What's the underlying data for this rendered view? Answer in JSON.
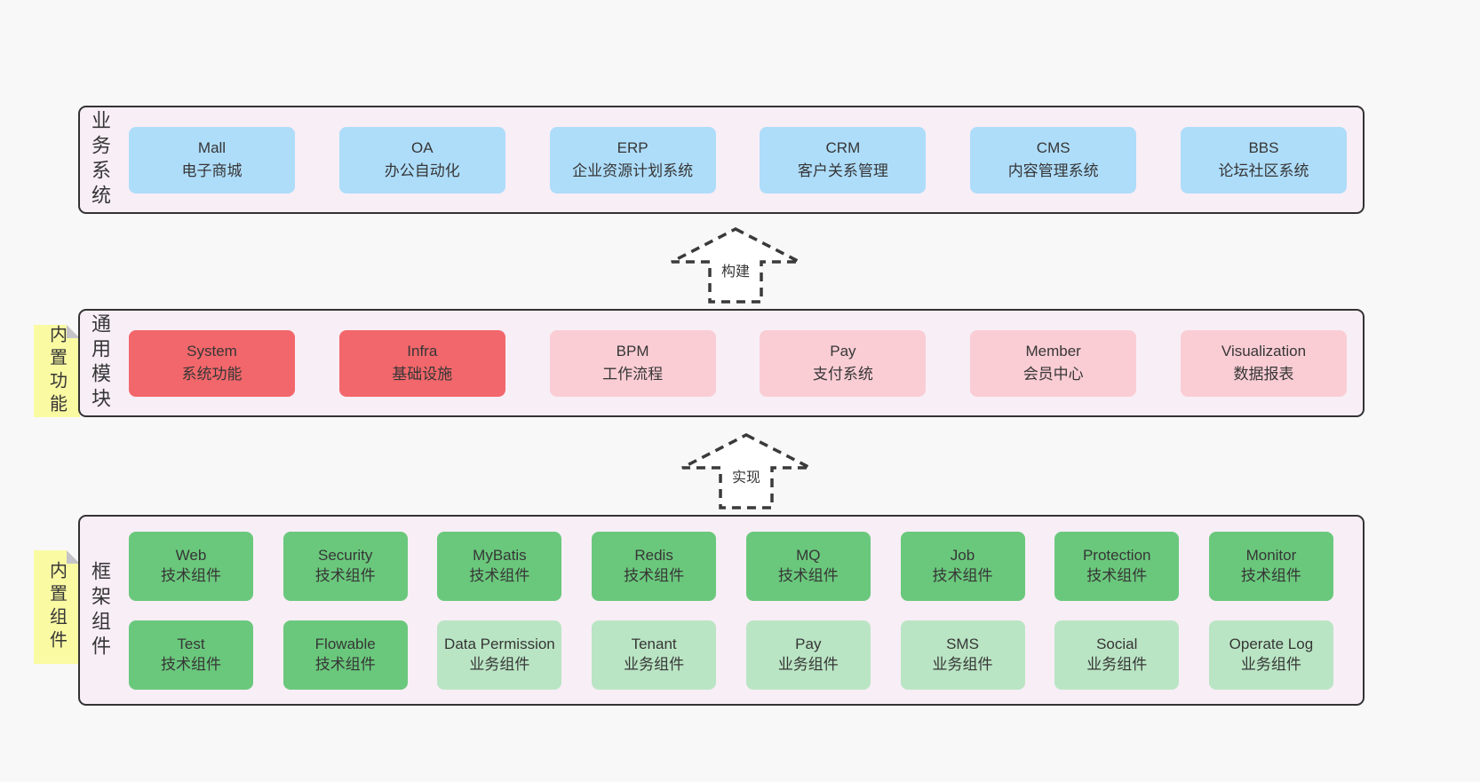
{
  "colors": {
    "blue": "#aeddfa",
    "red": "#f2676b",
    "pink": "#facdd5",
    "green": "#6ac87c",
    "lightgreen": "#bae5c4",
    "yellow": "#fafaa3",
    "panel": "#f8eef6",
    "border": "#333333",
    "text": "#363636",
    "fold": "#c4c4c8",
    "pagebg": "#f8f8f8"
  },
  "layers": {
    "business": {
      "label": "业务系统",
      "boxes": [
        {
          "title": "Mall",
          "subtitle": "电子商城"
        },
        {
          "title": "OA",
          "subtitle": "办公自动化"
        },
        {
          "title": "ERP",
          "subtitle": "企业资源计划系统"
        },
        {
          "title": "CRM",
          "subtitle": "客户关系管理"
        },
        {
          "title": "CMS",
          "subtitle": "内容管理系统"
        },
        {
          "title": "BBS",
          "subtitle": "论坛社区系统"
        }
      ]
    },
    "modules": {
      "label": "通用模块",
      "tag": "内置功能",
      "boxes": [
        {
          "title": "System",
          "subtitle": "系统功能"
        },
        {
          "title": "Infra",
          "subtitle": "基础设施"
        },
        {
          "title": "BPM",
          "subtitle": "工作流程"
        },
        {
          "title": "Pay",
          "subtitle": "支付系统"
        },
        {
          "title": "Member",
          "subtitle": "会员中心"
        },
        {
          "title": "Visualization",
          "subtitle": "数据报表"
        }
      ]
    },
    "components": {
      "label": "框架组件",
      "tag": "内置组件",
      "row1": [
        {
          "title": "Web",
          "subtitle": "技术组件"
        },
        {
          "title": "Security",
          "subtitle": "技术组件"
        },
        {
          "title": "MyBatis",
          "subtitle": "技术组件"
        },
        {
          "title": "Redis",
          "subtitle": "技术组件"
        },
        {
          "title": "MQ",
          "subtitle": "技术组件"
        },
        {
          "title": "Job",
          "subtitle": "技术组件"
        },
        {
          "title": "Protection",
          "subtitle": "技术组件"
        },
        {
          "title": "Monitor",
          "subtitle": "技术组件"
        }
      ],
      "row2": [
        {
          "title": "Test",
          "subtitle": "技术组件"
        },
        {
          "title": "Flowable",
          "subtitle": "技术组件"
        },
        {
          "title": "Data Permission",
          "subtitle": "业务组件"
        },
        {
          "title": "Tenant",
          "subtitle": "业务组件"
        },
        {
          "title": "Pay",
          "subtitle": "业务组件"
        },
        {
          "title": "SMS",
          "subtitle": "业务组件"
        },
        {
          "title": "Social",
          "subtitle": "业务组件"
        },
        {
          "title": "Operate Log",
          "subtitle": "业务组件"
        }
      ]
    }
  },
  "arrows": {
    "build": {
      "label": "构建"
    },
    "implement": {
      "label": "实现"
    }
  }
}
